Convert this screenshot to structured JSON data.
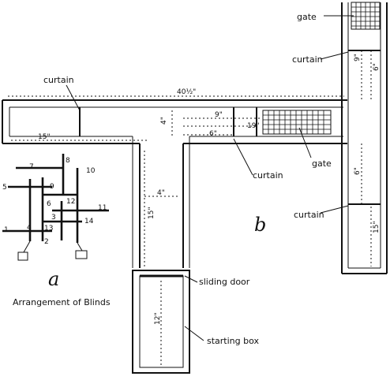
{
  "labels": {
    "gate_top": "gate",
    "curtain_top": "curtain",
    "curtain_left": "curtain",
    "curtain_mid": "curtain",
    "gate_mid": "gate",
    "curtain_right": "curtain",
    "sliding_door": "sliding door",
    "starting_box": "starting box",
    "panel_a": "a",
    "panel_b": "b",
    "caption_a": "Arrangement of Blinds"
  },
  "dimensions": {
    "total_length": "40½\"",
    "left_arm": "15\"",
    "center_vertical": "4\"",
    "top_center": "9\"",
    "mid_center": "19\"",
    "lower_center": "6\"",
    "stem_width": "4\"",
    "stem_length": "15\"",
    "box_length": "12\"",
    "right_top_a": "9\"",
    "right_top_b": "6\"",
    "right_mid": "6\"",
    "right_bottom": "15\""
  },
  "blind_numbers": [
    "1",
    "2",
    "3",
    "4",
    "5",
    "6",
    "7",
    "8",
    "9",
    "10",
    "11",
    "12",
    "13",
    "14"
  ]
}
